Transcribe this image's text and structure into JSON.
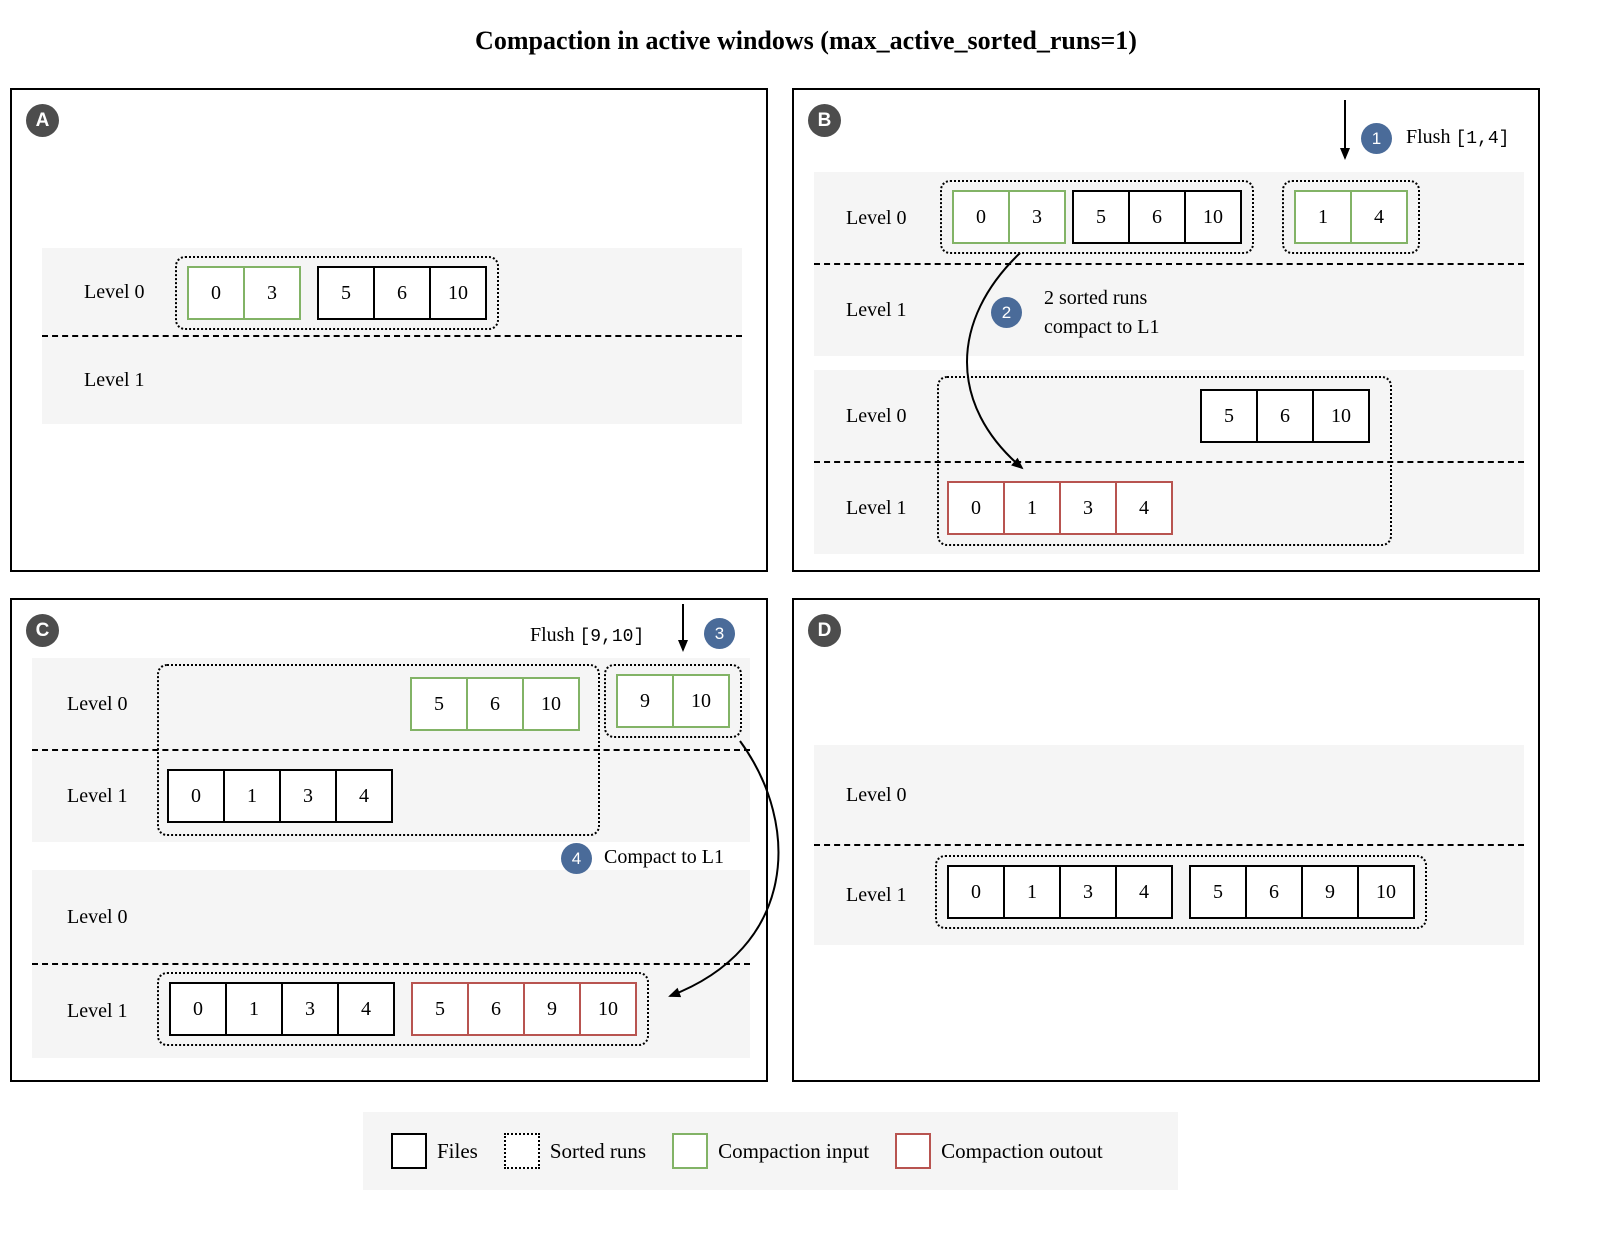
{
  "title": "Compaction in active windows (max_active_sorted_runs=1)",
  "colors": {
    "compaction_input": "#82b366",
    "compaction_output": "#b85450",
    "step_badge": "#4a6b99",
    "panel_badge": "#4d4d4d",
    "band_bg": "#f5f5f5"
  },
  "labels": {
    "level0": "Level 0",
    "level1": "Level 1"
  },
  "panels": {
    "a": {
      "badge": "A"
    },
    "b": {
      "badge": "B"
    },
    "c": {
      "badge": "C"
    },
    "d": {
      "badge": "D"
    }
  },
  "steps": {
    "flush14": {
      "num": "1",
      "word": "Flush",
      "range": "[1,4]"
    },
    "compactB": {
      "num": "2",
      "line1": "2 sorted runs",
      "line2": "compact to L1"
    },
    "flush910": {
      "num": "3",
      "word": "Flush",
      "range": "[9,10]"
    },
    "compactC": {
      "num": "4",
      "text": "Compact to L1"
    }
  },
  "groups": {
    "a_l0_input": [
      "0",
      "3"
    ],
    "a_l0_files": [
      "5",
      "6",
      "10"
    ],
    "b1_l0_input": [
      "0",
      "3"
    ],
    "b1_l0_files": [
      "5",
      "6",
      "10"
    ],
    "b1_l0_flush": [
      "1",
      "4"
    ],
    "b2_l0_files": [
      "5",
      "6",
      "10"
    ],
    "b2_l1_output": [
      "0",
      "1",
      "3",
      "4"
    ],
    "c1_l0_input": [
      "5",
      "6",
      "10"
    ],
    "c1_l0_flush": [
      "9",
      "10"
    ],
    "c1_l1_files": [
      "0",
      "1",
      "3",
      "4"
    ],
    "c2_l1_files": [
      "0",
      "1",
      "3",
      "4"
    ],
    "c2_l1_output": [
      "5",
      "6",
      "9",
      "10"
    ],
    "d_l1_files_a": [
      "0",
      "1",
      "3",
      "4"
    ],
    "d_l1_files_b": [
      "5",
      "6",
      "9",
      "10"
    ]
  },
  "legend": {
    "files": "Files",
    "sorted_runs": "Sorted runs",
    "input": "Compaction input",
    "output": "Compaction outout"
  }
}
